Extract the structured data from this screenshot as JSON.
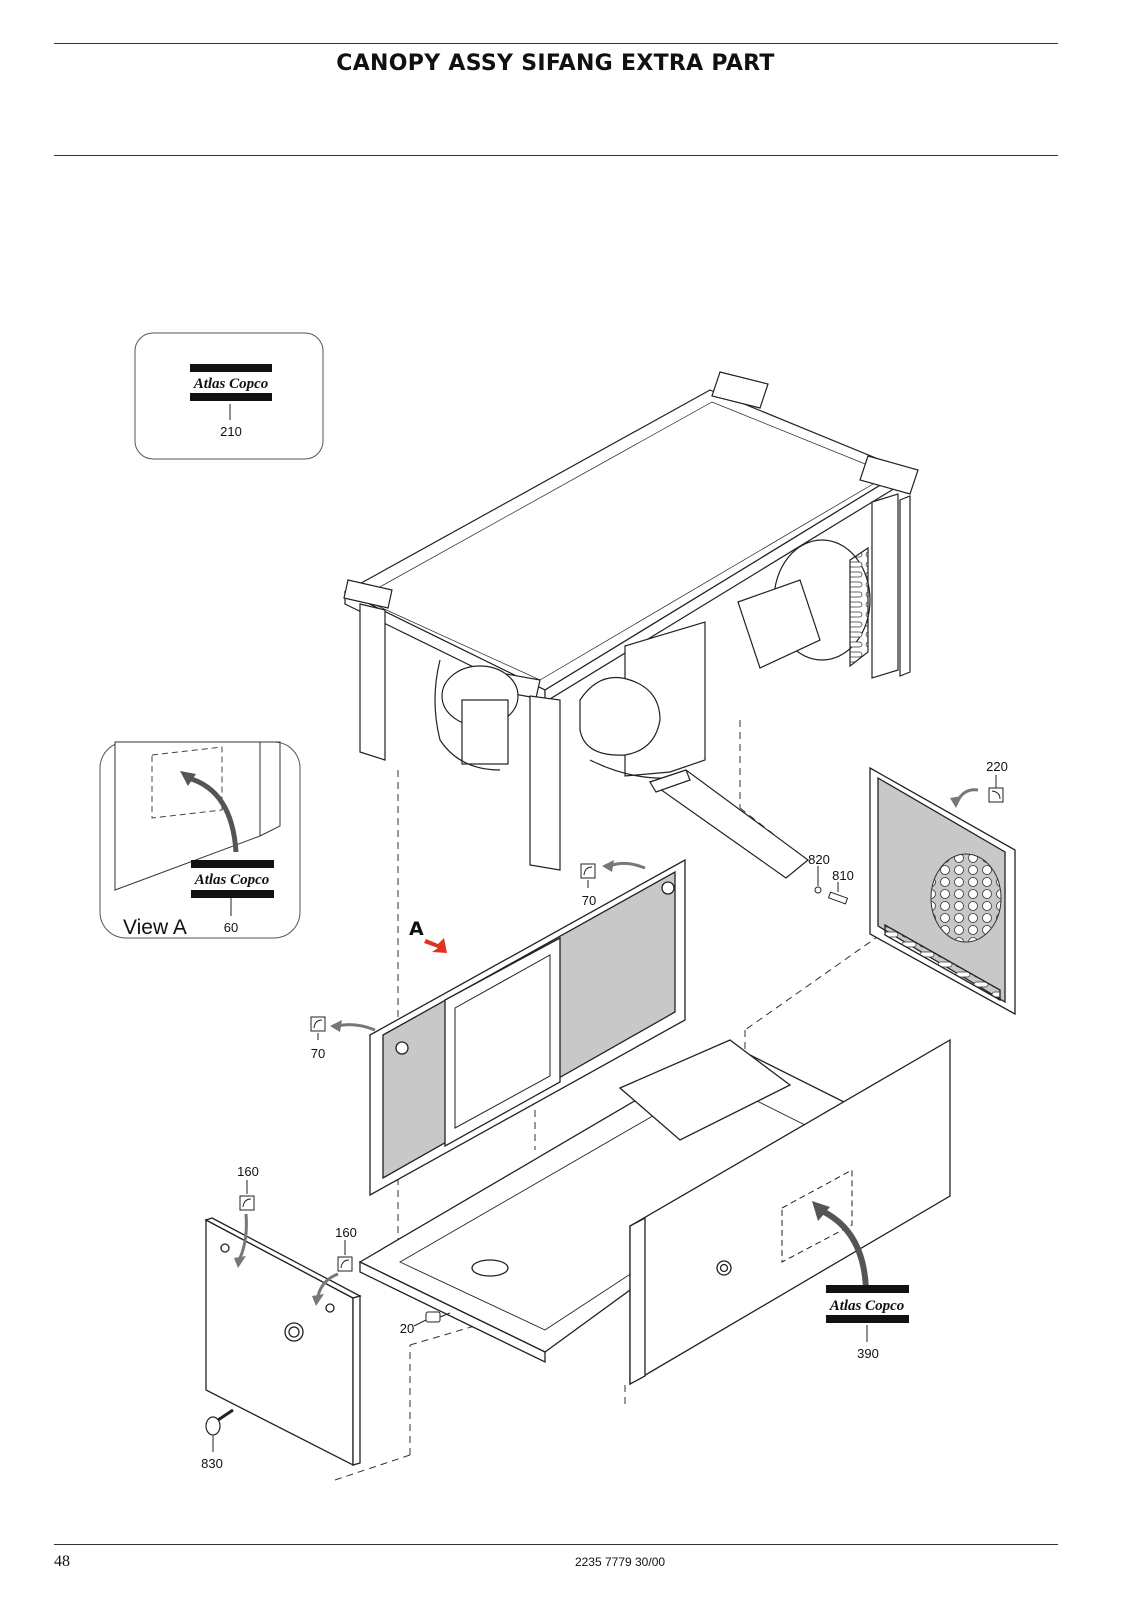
{
  "header": {
    "title": "CANOPY ASSY SIFANG EXTRA PART"
  },
  "footer": {
    "page_number": "48",
    "doc_number": "2235 7779 30/00"
  },
  "view": {
    "label": "View A",
    "marker": "A"
  },
  "logos": {
    "text": "Atlas Copco"
  },
  "callouts": {
    "c210": "210",
    "c220": "220",
    "c820": "820",
    "c810": "810",
    "c70a": "70",
    "c70b": "70",
    "c60": "60",
    "c160a": "160",
    "c160b": "160",
    "c20": "20",
    "c390": "390",
    "c830": "830"
  },
  "colors": {
    "panel_fill": "#c8c8c8",
    "arrow_red": "#e0321e",
    "line": "#222222"
  }
}
